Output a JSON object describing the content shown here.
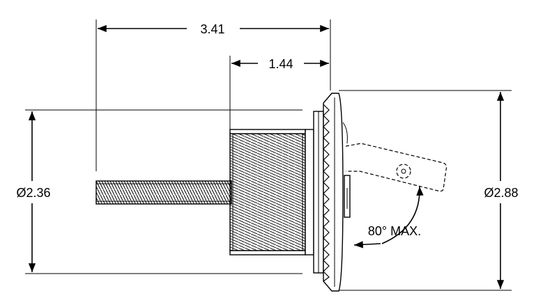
{
  "drawing": {
    "dimensions": {
      "overall_length": "3.41",
      "body_length": "1.44",
      "thread_diameter": "Ø2.36",
      "flange_diameter": "Ø2.88"
    },
    "annotation": {
      "rotation": "80° MAX."
    }
  }
}
